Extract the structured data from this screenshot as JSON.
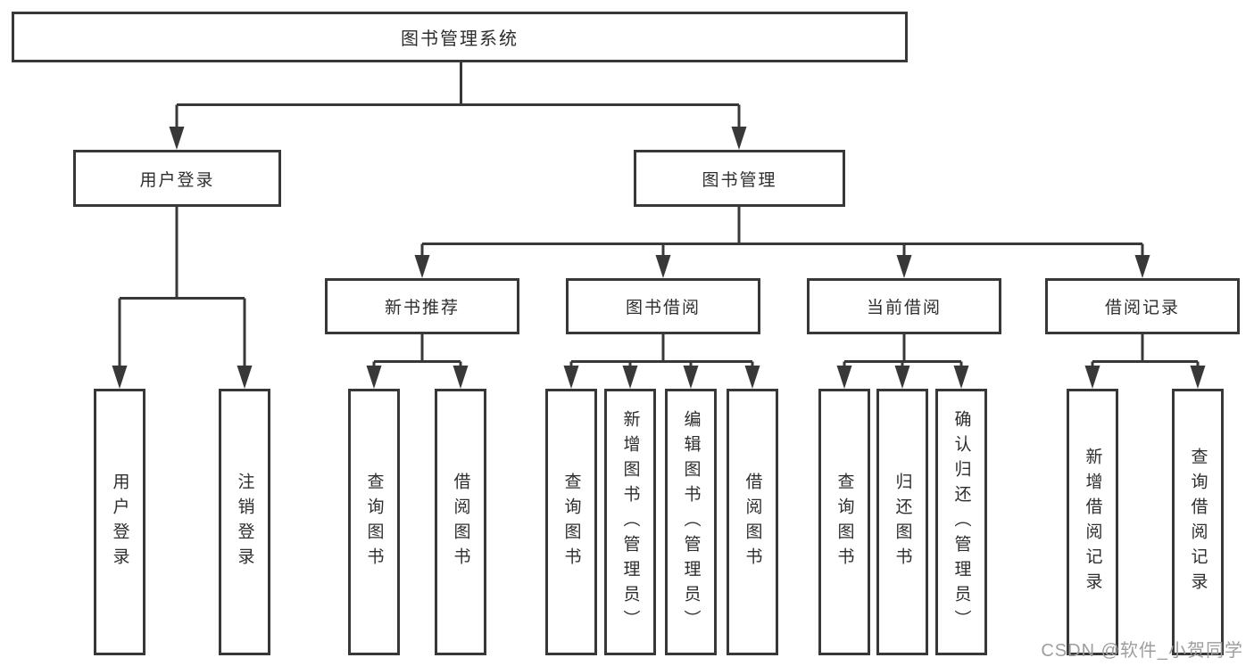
{
  "tree": {
    "root": "图书管理系统",
    "user_login": {
      "label": "用户登录",
      "children": [
        "用户登录",
        "注销登录"
      ]
    },
    "book_mgmt": {
      "label": "图书管理",
      "sections": [
        {
          "label": "新书推荐",
          "children": [
            "查询图书",
            "借阅图书"
          ]
        },
        {
          "label": "图书借阅",
          "children": [
            "查询图书",
            "新增图书（管理员）",
            "编辑图书（管理员）",
            "借阅图书"
          ]
        },
        {
          "label": "当前借阅",
          "children": [
            "查询图书",
            "归还图书",
            "确认归还（管理员）"
          ]
        },
        {
          "label": "借阅记录",
          "children": [
            "新增借阅记录",
            "查询借阅记录"
          ]
        }
      ]
    }
  },
  "watermark": "CSDN @软件_小贺同学",
  "colors": {
    "line": "#383838",
    "text": "#2e2e2e",
    "watermark": "#9e9e9e",
    "background": "#ffffff"
  }
}
